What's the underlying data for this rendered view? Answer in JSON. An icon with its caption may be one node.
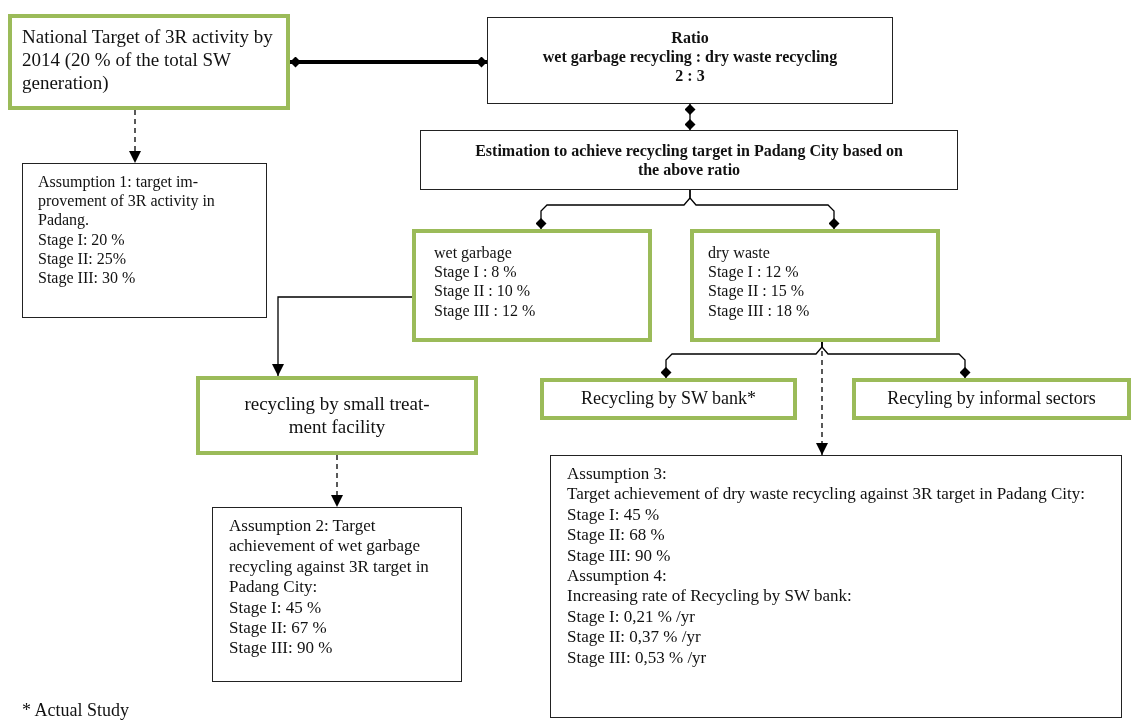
{
  "diagram": {
    "nodes": [
      {
        "text": [
          "National Target of 3R activity by 2014 (20 % of the total SW generation)"
        ]
      },
      {
        "text": [
          "Ratio",
          "wet garbage recycling : dry waste recycling",
          "2 : 3"
        ]
      },
      {
        "text": [
          "Assumption 1: target im- provement of 3R activity in Padang.",
          "Stage I: 20 %",
          "Stage II: 25%",
          "Stage III: 30 %"
        ]
      },
      {
        "text": [
          "Estimation to achieve recycling target in Padang City based on  the above ratio"
        ]
      },
      {
        "text": [
          "wet garbage",
          "Stage I : 8 %",
          "Stage II : 10 %",
          "Stage III : 12 %"
        ]
      },
      {
        "text": [
          "dry waste",
          "Stage I : 12 %",
          "Stage II : 15 %",
          "Stage III : 18 %"
        ]
      },
      {
        "text": [
          "recycling by small treat- ment facility"
        ]
      },
      {
        "text": [
          "Recycling by SW bank*"
        ]
      },
      {
        "text": [
          "Recyling by informal sectors"
        ]
      },
      {
        "text": [
          "Assumption 2:  Target achievement of wet garbage recycling against 3R target in Padang City:",
          "Stage I: 45 %",
          "Stage II: 67 %",
          "Stage III: 90 %"
        ]
      },
      {
        "text": [
          "Assumption 3:",
          "Target achievement of  dry waste recycling against 3R target in Padang City:",
          "Stage I: 45 %",
          "Stage II: 68 %",
          "Stage III: 90 %",
          "Assumption 4:",
          "Increasing rate of Recycling by SW bank:",
          "Stage I: 0,21 % /yr",
          "Stage II: 0,37 % /yr",
          "Stage III: 0,53 % /yr"
        ]
      }
    ],
    "edges": [
      {
        "from": 0,
        "to": 1,
        "arrow": "other",
        "style": "thick"
      },
      {
        "from": 1,
        "to": 3,
        "arrow": "other"
      },
      {
        "from": 3,
        "to": 4,
        "arrow": "other"
      },
      {
        "from": 3,
        "to": 5,
        "arrow": "other"
      },
      {
        "from": 4,
        "to": 6,
        "arrow": "to"
      },
      {
        "from": 0,
        "to": 2,
        "arrow": "to",
        "style": "dashed"
      },
      {
        "from": 5,
        "to": 7,
        "arrow": "other"
      },
      {
        "from": 5,
        "to": 8,
        "arrow": "other"
      },
      {
        "from": 5,
        "to": 10,
        "arrow": "to",
        "style": "dashed"
      },
      {
        "from": 6,
        "to": 9,
        "arrow": "to",
        "style": "dashed"
      }
    ],
    "labels": [
      "* Actual Study"
    ]
  }
}
